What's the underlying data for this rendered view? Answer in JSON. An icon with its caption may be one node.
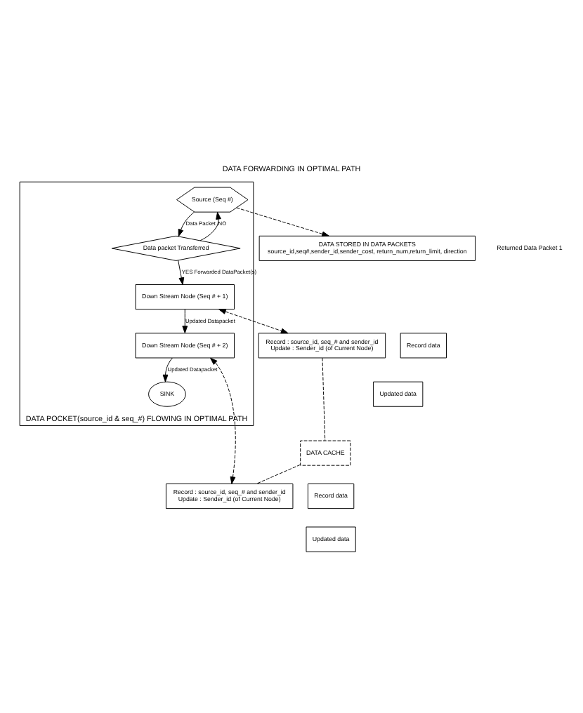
{
  "diagram": {
    "title": "DATA FORWARDING IN OPTIMAL PATH",
    "nodes": [
      {
        "text": [
          "DATA POCKET(source_id & seq_#) FLOWING IN OPTIMAL PATH"
        ]
      },
      {
        "text": [
          "Source (Seq #)"
        ],
        "in": 0
      },
      {
        "text": [
          "Data packet Transferred"
        ],
        "in": 0
      },
      {
        "text": [
          "Down Stream Node (Seq # + 1)"
        ],
        "in": 0
      },
      {
        "text": [
          "Down Stream Node (Seq # + 2)"
        ],
        "in": 0
      },
      {
        "text": [
          "SINK"
        ],
        "in": 0
      },
      {
        "text": [
          "DATA STORED IN DATA PACKETS",
          "source_id,seq#,sender_id,sender_cost, return_num,return_limit, direction"
        ]
      },
      {
        "text": [
          "Record data"
        ]
      },
      {
        "text": [
          "Updated data"
        ]
      },
      {
        "text": [
          "Record : source_id, seq_# and sender_id",
          "Update : Sender_id (of Current Node)"
        ]
      },
      {
        "text": [
          "DATA CACHE"
        ]
      },
      {
        "text": [
          "Record data"
        ]
      },
      {
        "text": [
          "Updated data"
        ]
      },
      {
        "text": [
          "Record : source_id, seq_# and sender_id",
          "Update : Sender_id (of Current Node)"
        ]
      }
    ],
    "edges": [
      {
        "from": 1,
        "to": 2,
        "arrow": "to",
        "label": "Data Packet"
      },
      {
        "from": 2,
        "to": 1,
        "arrow": "to",
        "label": "NO"
      },
      {
        "from": 2,
        "to": 3,
        "arrow": "to",
        "label": "YES Forwarded DataPacket(s)"
      },
      {
        "from": 3,
        "to": 4,
        "arrow": "to",
        "label": "Updated Datapacket"
      },
      {
        "from": 4,
        "to": 5,
        "arrow": "to",
        "label": "Updated Datapacket"
      },
      {
        "from": 1,
        "to": 6,
        "arrow": "to",
        "style": "dashed"
      },
      {
        "from": 3,
        "to": 9,
        "arrow": "both",
        "style": "dashed"
      },
      {
        "from": 4,
        "to": 13,
        "arrow": "both",
        "style": "dashed"
      },
      {
        "from": 9,
        "to": 10,
        "arrow": "none",
        "style": "dashed"
      },
      {
        "from": 10,
        "to": 13,
        "arrow": "none",
        "style": "dashed"
      }
    ],
    "labels": [
      "Returned Data Packet 1"
    ]
  }
}
